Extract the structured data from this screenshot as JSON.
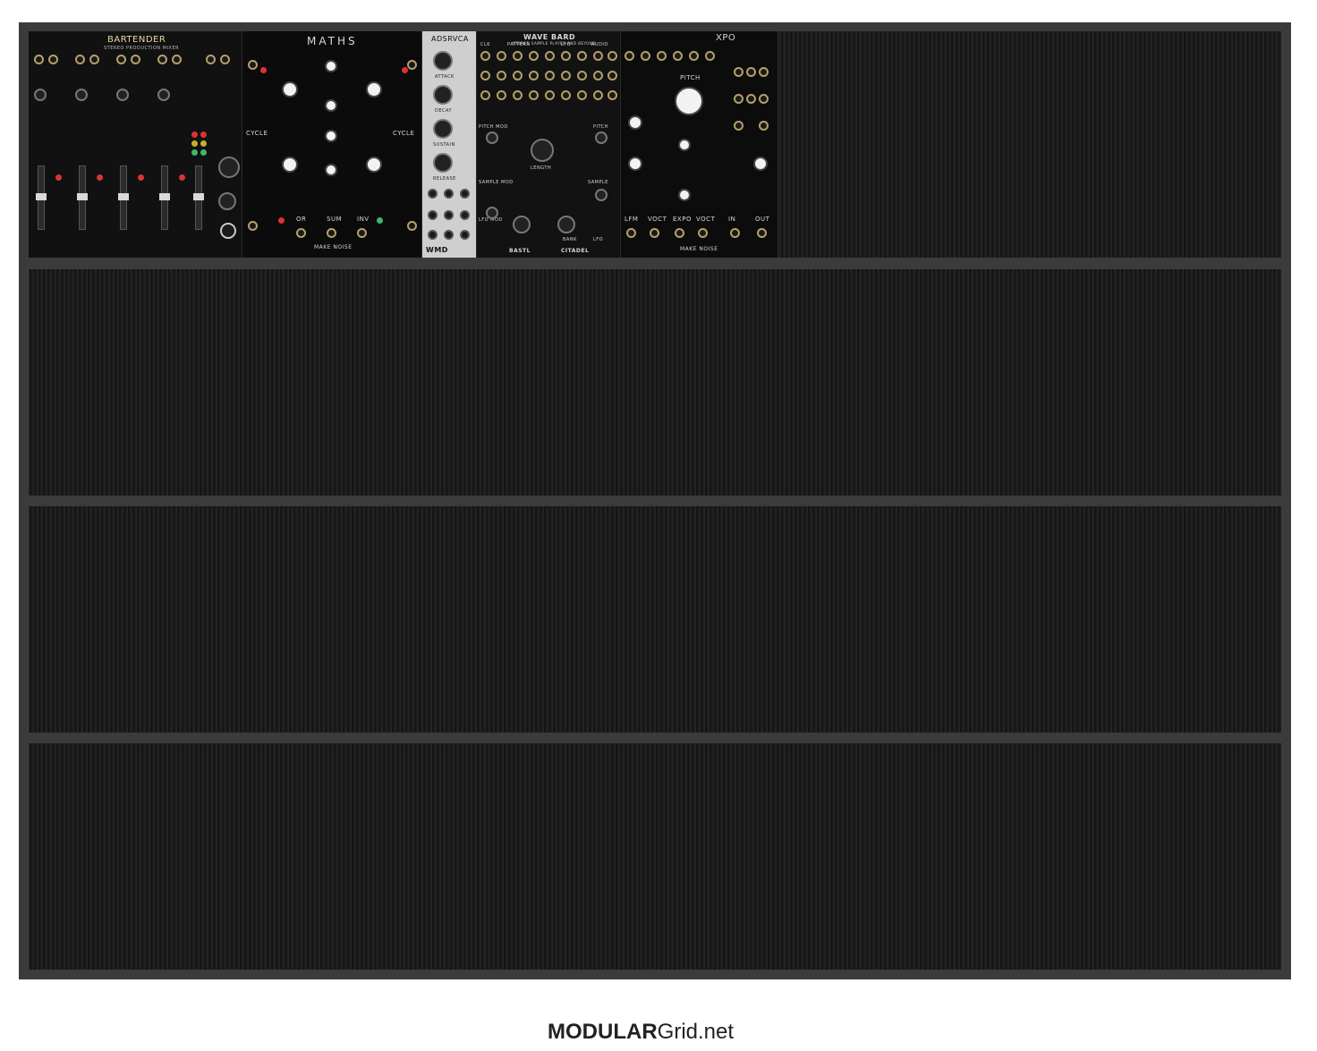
{
  "footer": {
    "brand_bold": "MODULAR",
    "brand_rest": "Grid.net"
  },
  "modules": {
    "bartender": {
      "name": "BARTENDER",
      "subtitle": "STEREO PRODUCTION MIXER"
    },
    "maths": {
      "name": "MATHS",
      "labels": [
        "CYCLE",
        "CYCLE",
        "OR",
        "SUM",
        "INV"
      ],
      "maker": "MAKE NOISE"
    },
    "adsrvca": {
      "name": "ADSRVCA",
      "labels": [
        "ATTACK",
        "DECAY",
        "SUSTAIN",
        "RELEASE"
      ],
      "maker": "WMD"
    },
    "citadel": {
      "name": "WAVE BARD",
      "subtitle": "STEREO SAMPLE PLAYER AND BEYOND",
      "labels": [
        "CLK",
        "PATTERN",
        "LFO",
        "AUDIO",
        "PITCH MOD",
        "LENGTH",
        "PITCH",
        "SAMPLE MOD",
        "SAMPLE",
        "LFO MOD",
        "BANK",
        "LFO"
      ],
      "maker_left": "BASTL",
      "maker_right": "CITADEL"
    },
    "xpo": {
      "name": "XPO",
      "labels": [
        "PITCH",
        "LFM",
        "VOCT",
        "EXPO",
        "VOCT",
        "IN",
        "OUT"
      ],
      "maker": "MAKE NOISE"
    }
  },
  "colors": {
    "case": "#3b3b3b",
    "rail": "#1b1b1b",
    "gold": "#b59f6b",
    "panel": "#0e0e0e",
    "silver_panel": "#cfcfcf"
  }
}
